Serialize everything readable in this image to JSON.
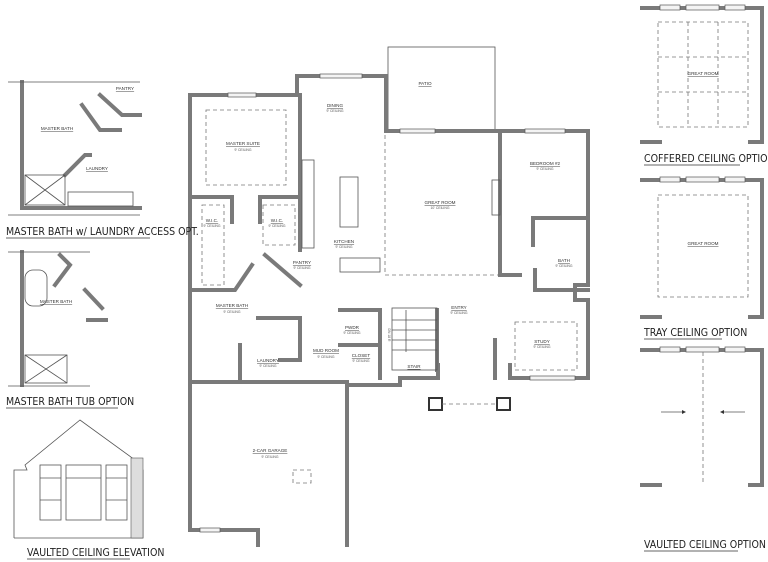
{
  "main_plan": {
    "rooms": {
      "patio": {
        "name": "PATIO"
      },
      "dining": {
        "name": "DINING",
        "ceiling": "9' CEILING"
      },
      "master_suite": {
        "name": "MASTER SUITE",
        "ceiling": "9' CEILING"
      },
      "wic_1": {
        "name": "W.I.C.",
        "ceiling": "9' CEILING"
      },
      "wic_2": {
        "name": "W.I.C.",
        "ceiling": "9' CEILING"
      },
      "kitchen": {
        "name": "KITCHEN",
        "ceiling": "9' CEILING"
      },
      "pantry": {
        "name": "PANTRY",
        "ceiling": "9' CEILING"
      },
      "great_room": {
        "name": "GREAT ROOM",
        "ceiling": "10' CEILING"
      },
      "bedroom_2": {
        "name": "BEDROOM #2",
        "ceiling": "9' CEILING"
      },
      "bath": {
        "name": "BATH",
        "ceiling": "9' CEILING"
      },
      "master_bath": {
        "name": "MASTER BATH",
        "ceiling": "9' CEILING"
      },
      "laundry": {
        "name": "LAUNDRY",
        "ceiling": "9' CEILING"
      },
      "mud_room": {
        "name": "MUD ROOM",
        "ceiling": "9' CEILING"
      },
      "pwdr": {
        "name": "PWDR",
        "ceiling": "9' CEILING"
      },
      "closet": {
        "name": "CLOSET",
        "ceiling": "9' CEILING"
      },
      "stair": {
        "name": "STAIR"
      },
      "stair_note": "DN 18 R",
      "entry": {
        "name": "ENTRY",
        "ceiling": "9' CEILING"
      },
      "study": {
        "name": "STUDY",
        "ceiling": "9' CEILING"
      },
      "garage": {
        "name": "2-CAR GARAGE",
        "ceiling": "9' CEILING"
      }
    }
  },
  "options": {
    "laundry_access": {
      "caption": "MASTER BATH w/ LAUNDRY ACCESS OPT.",
      "labels": [
        "PANTRY",
        "MASTER BATH",
        "LAUNDRY"
      ]
    },
    "tub": {
      "caption": "MASTER BATH TUB OPTION",
      "labels": [
        "MASTER BATH"
      ]
    },
    "elevation": {
      "caption": "VAULTED CEILING ELEVATION"
    },
    "coffered": {
      "caption": "COFFERED CEILING OPTION",
      "label": "GREAT ROOM"
    },
    "tray": {
      "caption": "TRAY CEILING OPTION",
      "label": "GREAT ROOM"
    },
    "vaulted": {
      "caption": "VAULTED CEILING OPTION"
    }
  }
}
